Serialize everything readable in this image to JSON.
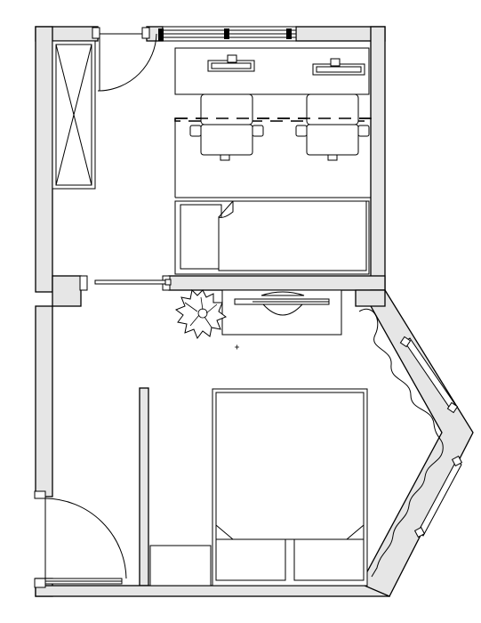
{
  "drawing": {
    "kind": "floor-plan",
    "labels": []
  },
  "colors": {
    "wall_fill": "#e6e6e6",
    "line": "#000000",
    "background": "#ffffff"
  },
  "furniture": [
    "wardrobe",
    "desk-counter",
    "laptop",
    "office-chair",
    "single-bed",
    "pillow",
    "console-table",
    "potted-plant",
    "double-bed",
    "nightstand",
    "curtain"
  ],
  "openings": [
    "entry-door",
    "closet-door",
    "sliding-door",
    "window",
    "bay-window"
  ]
}
